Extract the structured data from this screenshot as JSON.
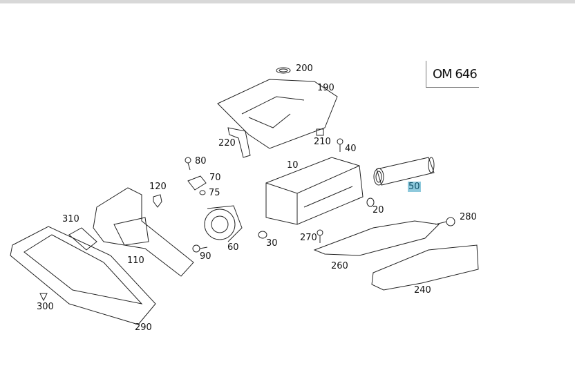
{
  "model_label": "OM 646",
  "highlight_color": "#8ec9dc",
  "parts": [
    "200",
    "190",
    "220",
    "210",
    "40",
    "10",
    "80",
    "70",
    "75",
    "120",
    "50",
    "310",
    "20",
    "280",
    "270",
    "60",
    "30",
    "110",
    "90",
    "260",
    "240",
    "300",
    "290"
  ],
  "selected_part": "50"
}
